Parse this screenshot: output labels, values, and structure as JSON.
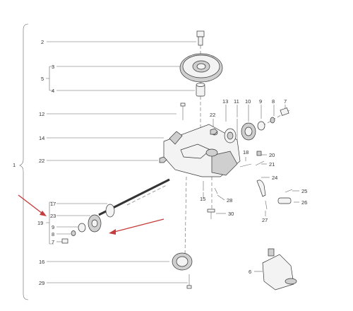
{
  "callouts": [
    {
      "id": "c1",
      "label": "1"
    },
    {
      "id": "c2",
      "label": "2"
    },
    {
      "id": "c3",
      "label": "3"
    },
    {
      "id": "c4",
      "label": "4"
    },
    {
      "id": "c5",
      "label": "5"
    },
    {
      "id": "c12",
      "label": "12"
    },
    {
      "id": "c14",
      "label": "14"
    },
    {
      "id": "c22a",
      "label": "22"
    },
    {
      "id": "c22b",
      "label": "22"
    },
    {
      "id": "c13",
      "label": "13"
    },
    {
      "id": "c11",
      "label": "11"
    },
    {
      "id": "c10",
      "label": "10"
    },
    {
      "id": "c9",
      "label": "9"
    },
    {
      "id": "c8a",
      "label": "8"
    },
    {
      "id": "c7a",
      "label": "7"
    },
    {
      "id": "c18",
      "label": "18"
    },
    {
      "id": "c20",
      "label": "20"
    },
    {
      "id": "c21",
      "label": "21"
    },
    {
      "id": "c24",
      "label": "24"
    },
    {
      "id": "c25",
      "label": "25"
    },
    {
      "id": "c26",
      "label": "26"
    },
    {
      "id": "c27",
      "label": "27"
    },
    {
      "id": "c28",
      "label": "28"
    },
    {
      "id": "c15",
      "label": "15"
    },
    {
      "id": "c30",
      "label": "30"
    },
    {
      "id": "c17",
      "label": "17"
    },
    {
      "id": "c19",
      "label": "19"
    },
    {
      "id": "c23",
      "label": "23"
    },
    {
      "id": "c9b",
      "label": "9"
    },
    {
      "id": "c8b",
      "label": "8"
    },
    {
      "id": "c7b",
      "label": "7"
    },
    {
      "id": "c16",
      "label": "16"
    },
    {
      "id": "c29",
      "label": "29"
    },
    {
      "id": "c6",
      "label": "6"
    }
  ],
  "colors": {
    "arrow": "#c63b3b",
    "line": "#666666"
  }
}
